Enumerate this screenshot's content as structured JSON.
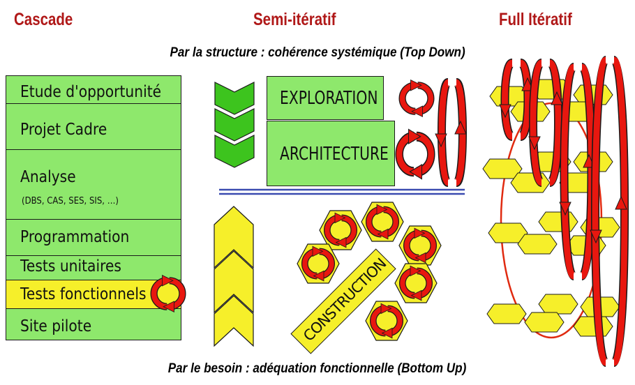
{
  "columns": {
    "left": "Cascade",
    "middle": "Semi-itératif",
    "right": "Full Itératif"
  },
  "top_caption": "Par la structure : cohérence systémique (Top Down)",
  "bottom_caption": "Par le besoin : adéquation fonctionnelle (Bottom Up)",
  "cascade_phases": [
    {
      "label": "Etude d'opportunité"
    },
    {
      "label": "Projet Cadre"
    },
    {
      "label": "Analyse",
      "note": "(DBS, CAS, SES, SIS, …)"
    },
    {
      "label": "Programmation"
    },
    {
      "label": "Tests unitaires"
    },
    {
      "label": "Tests fonctionnels"
    },
    {
      "label": "Site pilote"
    }
  ],
  "semi_boxes": {
    "exploration": "EXPLORATION",
    "architecture": "ARCHITECTURE",
    "construction": "CONSTRUCTION"
  },
  "colors": {
    "title": "#b01818",
    "green": "#8ee86c",
    "yellow": "#f6ef2a",
    "red_arrow": "#e8170f",
    "divider": "#3a4bb0"
  }
}
